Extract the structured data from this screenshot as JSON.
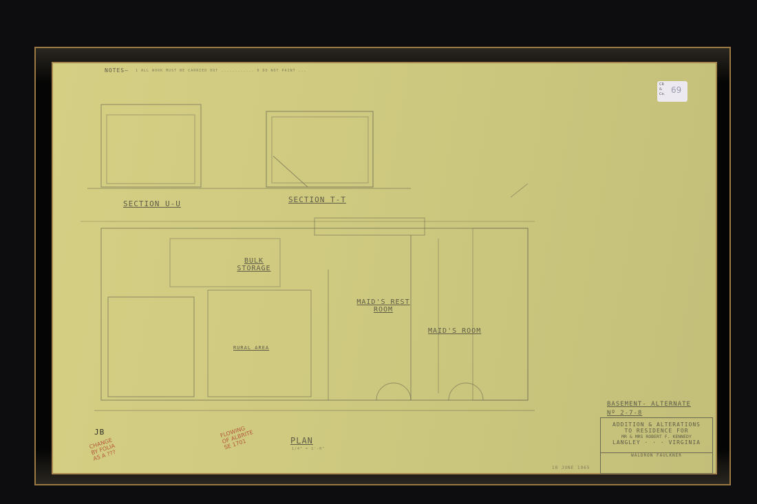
{
  "drawing": {
    "notes_label": "NOTES—",
    "section_1": "SECTION U-U",
    "section_2": "SECTION T-T",
    "rooms": [
      "BULK STORAGE",
      "MAID'S REST ROOM",
      "MAID'S ROOM",
      "RURAL AREA"
    ],
    "plan_label": "PLAN",
    "plan_scale": "1/4\" = 1'-0\"",
    "title_block": {
      "heading": "BASEMENT- ALTERNATE",
      "number": "Nº 2-7-8",
      "line1": "ADDITION & ALTERATIONS",
      "line2": "TO RESIDENCE FOR",
      "line3": "MR & MRS ROBERT F. KENNEDY",
      "line4": "LANGLEY · · · VIRGINIA",
      "architect": "WALDRON FAULKNER"
    },
    "date": "18 JUNE 1965",
    "initials": "JB",
    "red_notes": [
      "CHANGE\nBY FOLIA\nAS A ???",
      "FLOWING\nOF ALBRITE\nSE 1701"
    ]
  },
  "sticker": {
    "brand": "CR\n&\nCo.",
    "lot_number": "69"
  },
  "colors": {
    "paper": "#cfca80",
    "ink": "#5d5a46",
    "red_ink": "#b4583a",
    "frame": "#050505"
  }
}
